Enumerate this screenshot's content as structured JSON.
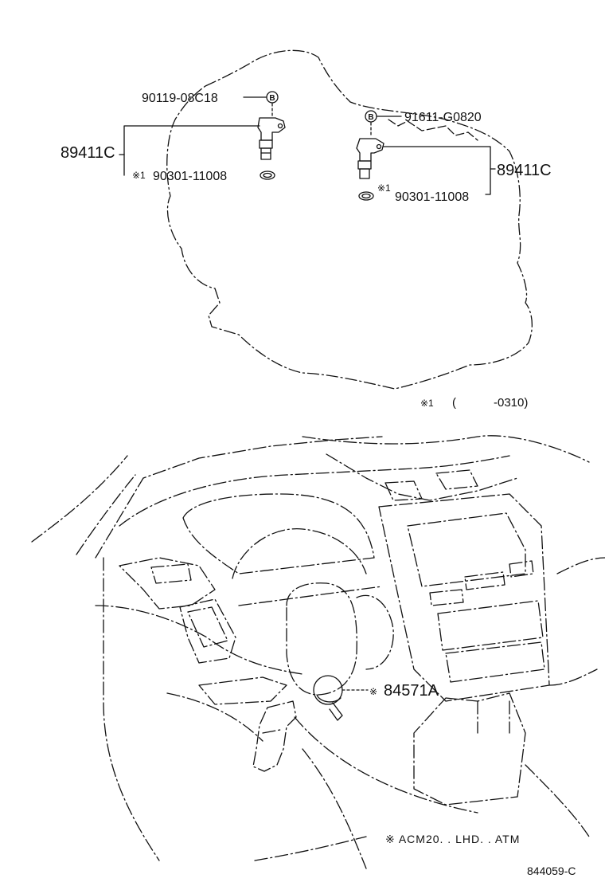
{
  "parts": {
    "p90119": "90119-08C18",
    "p91611": "91611-G0820",
    "p89411_left": "89411C",
    "p89411_right": "89411C",
    "p90301_left": "90301-11008",
    "p90301_right": "90301-11008",
    "p84571": "84571A"
  },
  "markers": {
    "bolt_letter": "B",
    "note_mark": "※",
    "note1_mark": "※1",
    "superscript_1": "1"
  },
  "notes": {
    "note1_prefix": "※1",
    "note1_open": "(",
    "note1_range": "-0310)",
    "note2": "※  ACM20. . LHD. . ATM"
  },
  "footer": {
    "code": "844059-C"
  },
  "colors": {
    "line": "#111111",
    "background": "#ffffff"
  }
}
